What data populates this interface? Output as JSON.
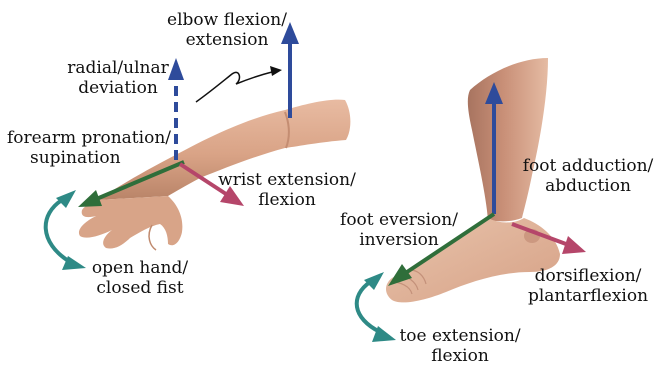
{
  "colors": {
    "blue": "#2E4B9B",
    "green": "#2F6E3A",
    "red": "#B5466A",
    "teal": "#2E8A86",
    "skin": "#DDA98E",
    "skin_shadow": "#B98468"
  },
  "arm": {
    "labels": {
      "elbow": [
        "elbow flexion/",
        "extension"
      ],
      "radial": [
        "radial/ulnar",
        "deviation"
      ],
      "forearm": [
        "forearm pronation/",
        "supination"
      ],
      "wrist": [
        "wrist extension/",
        "flexion"
      ],
      "hand": [
        "open hand/",
        "closed fist"
      ]
    }
  },
  "foot": {
    "labels": {
      "adduction": [
        "foot adduction/",
        "abduction"
      ],
      "eversion": [
        "foot eversion/",
        "inversion"
      ],
      "dorsiflexion": [
        "dorsiflexion/",
        "plantarflexion"
      ],
      "toe": [
        "toe extension/",
        "flexion"
      ]
    }
  }
}
